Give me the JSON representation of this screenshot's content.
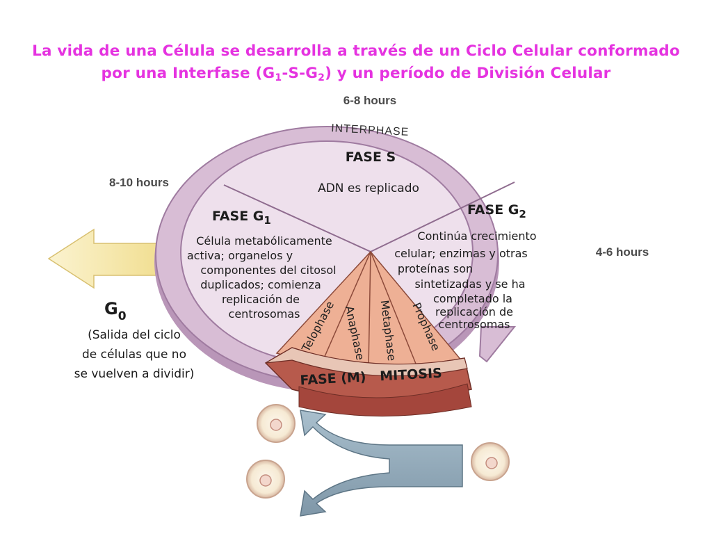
{
  "title": {
    "line1": "La vida de una Célula se desarrolla a través de un Ciclo Celular conformado",
    "line2_prefix": "por una Interfase (G",
    "sub1": "1",
    "mid": "-S-G",
    "sub2": "2",
    "line2_suffix": ") y un período de División Celular"
  },
  "hours": {
    "s": "6-8 hours",
    "g1": "8-10 hours",
    "g2": "4-6 hours"
  },
  "interphase_label": "INTERPHASE",
  "fase_s": {
    "title": "FASE S",
    "text": "ADN es replicado"
  },
  "fase_g1": {
    "title": "FASE G",
    "sub": "1",
    "lines": [
      "Célula metabólicamente",
      "activa; organelos y",
      "componentes del citosol",
      "duplicados; comienza",
      "replicación de",
      "centrosomas"
    ]
  },
  "fase_g2": {
    "title": "FASE G",
    "sub": "2",
    "lines": [
      "Continúa crecimiento",
      "celular; enzimas y otras",
      "proteínas son",
      "sintetizadas y se ha",
      "completado la",
      "replicación de",
      "centrosomas"
    ]
  },
  "mitosis": {
    "label": "FASE (M)   MITOSIS",
    "phases": [
      "Telophase",
      "Anaphase",
      "Metaphase",
      "Prophase"
    ]
  },
  "g0": {
    "title": "G",
    "sub": "0",
    "lines": [
      "(Salida del ciclo",
      "de células que no",
      "se vuelven a dividir)"
    ]
  },
  "colors": {
    "title": "#e533e0",
    "ring": "#d9bfd6",
    "ring_edge": "#a07aa0",
    "mitosis_wedge": "#e9a98a",
    "mitosis_band": "#b4564a",
    "g0_arrow": "#f3e4a0",
    "daughter_arrow": "#8fa8b8"
  }
}
